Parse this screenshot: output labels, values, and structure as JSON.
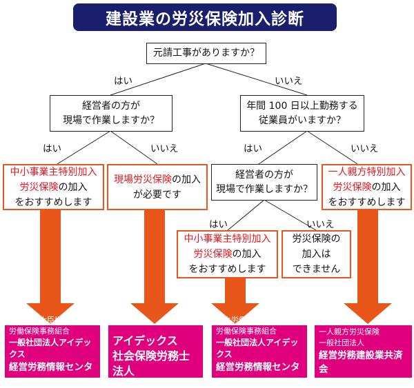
{
  "title": "建設業の労災保険加入診断",
  "q1": "元請工事がありますか？",
  "q2": [
    "経営者の方が",
    "現場で作業しますか？"
  ],
  "q3": [
    "年間 100 日以上勤務する",
    "従業員がいますか？"
  ],
  "q4": [
    "経営者の方が",
    "現場で作業しますか？"
  ],
  "yes": "はい",
  "no": "いいえ",
  "resultA": {
    "red1": "中小事業主特別加入",
    "red2": "労災保険",
    "rest2": "の加入",
    "line3": "をおすすめします"
  },
  "resultB": {
    "red1": "現場労災保険",
    "rest1": "の加入",
    "line2": "が必要です"
  },
  "resultC": {
    "red1": "一人親方特別加入",
    "red2": "労災保険",
    "rest2": "の加入",
    "line3": "をおすすめします"
  },
  "resultD": {
    "red1": "中小事業主特別加入",
    "red2": "労災保険",
    "rest2": "の加入",
    "line3": "をおすすめします"
  },
  "resultE": [
    "労災保険の",
    "加入は",
    "できません"
  ],
  "org1": [
    "厚生労働大臣認可",
    "労働保険事務組合",
    "一般社団法人アイデックス",
    "経営労務情報センター"
  ],
  "org2": [
    "アイデックス",
    "社会保険労務士法人"
  ],
  "org3": [
    "厚生労働大臣認可",
    "労働保険事務組合",
    "一般社団法人アイデックス",
    "経営労務情報センター"
  ],
  "org4": [
    "一人親方労災保険",
    "一般社団法人",
    "経営労務建設業共済会"
  ],
  "colors": {
    "title_bg": "#1b1e6c",
    "arrow": "#e8561a",
    "highlight": "#e8141e",
    "org_bg": "#e0007e"
  }
}
